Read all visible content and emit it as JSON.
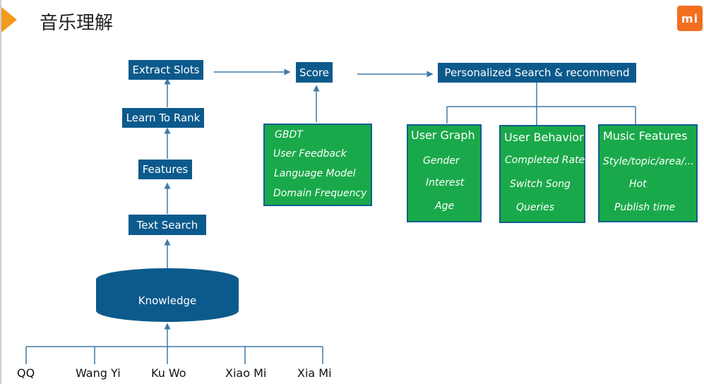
{
  "header": {
    "title": "音乐理解",
    "logo_text": "mi"
  },
  "colors": {
    "box": "#0c5a8c",
    "green": "#1aa94a",
    "accent": "#f39a1f",
    "logo": "#f36f20",
    "line": "#3d7aa8"
  },
  "pipeline": {
    "extract_slots": "Extract Slots",
    "learn_to_rank": "Learn To Rank",
    "features": "Features",
    "text_search": "Text Search",
    "knowledge": "Knowledge",
    "score": "Score",
    "personalized": "Personalized Search & recommend"
  },
  "score_inputs": [
    "GBDT",
    "User Feedback",
    "Language Model",
    "Domain Frequency"
  ],
  "feature_groups": [
    {
      "title": "User Graph",
      "items": [
        "Gender",
        "Interest",
        "Age"
      ]
    },
    {
      "title": "User Behavior",
      "items": [
        "Completed Rate",
        "Switch Song",
        "Queries"
      ]
    },
    {
      "title": "Music Features",
      "items": [
        "Style/topic/area/...",
        "Hot",
        "Publish time"
      ]
    }
  ],
  "sources": [
    "QQ",
    "Wang Yi",
    "Ku Wo",
    "Xiao Mi",
    "Xia Mi"
  ]
}
